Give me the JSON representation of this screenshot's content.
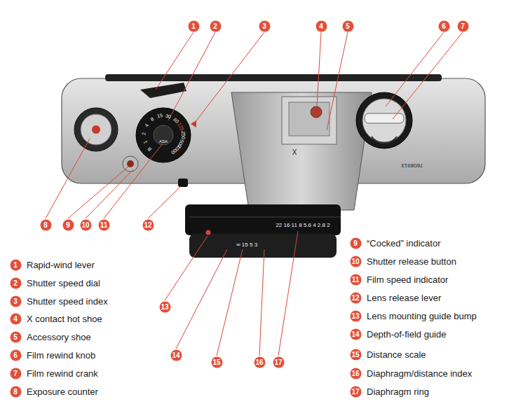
{
  "diagram": {
    "nodes": [
      {
        "text": [
          "1"
        ]
      },
      {
        "text": [
          "2"
        ]
      },
      {
        "text": [
          "3"
        ]
      },
      {
        "text": [
          "4"
        ]
      },
      {
        "text": [
          "5"
        ]
      },
      {
        "text": [
          "6"
        ]
      },
      {
        "text": [
          "7"
        ]
      },
      {
        "text": [
          "8"
        ]
      },
      {
        "text": [
          "9"
        ]
      },
      {
        "text": [
          "10"
        ]
      },
      {
        "text": [
          "11"
        ]
      },
      {
        "text": [
          "12"
        ]
      },
      {
        "text": [
          "13"
        ]
      },
      {
        "text": [
          "14"
        ]
      },
      {
        "text": [
          "15"
        ]
      },
      {
        "text": [
          "16"
        ]
      },
      {
        "text": [
          "17"
        ]
      },
      {
        "text": [
          "1"
        ]
      },
      {
        "text": [
          "2"
        ]
      },
      {
        "text": [
          "3"
        ]
      },
      {
        "text": [
          "4"
        ]
      },
      {
        "text": [
          "5"
        ]
      },
      {
        "text": [
          "6"
        ]
      },
      {
        "text": [
          "7"
        ]
      },
      {
        "text": [
          "8"
        ]
      },
      {
        "text": [
          "9"
        ]
      },
      {
        "text": [
          "10"
        ]
      },
      {
        "text": [
          "11"
        ]
      },
      {
        "text": [
          "12"
        ]
      },
      {
        "text": [
          "13"
        ]
      },
      {
        "text": [
          "14"
        ]
      },
      {
        "text": [
          "15"
        ]
      },
      {
        "text": [
          "16"
        ]
      },
      {
        "text": [
          "17"
        ]
      }
    ],
    "labels": [
      "Rapid-wind lever",
      "Shutter speed dial",
      "Shutter speed index",
      "X contact hot shoe",
      "Accessory shoe",
      "Film rewind knob",
      "Film rewind crank",
      "Exposure counter",
      "“Cocked” indicator",
      "Shutter release button",
      "Film speed indicator",
      "Lens release lever",
      "Lens mounting guide bump",
      "Depth-of-field guide",
      "Distance scale",
      "Diaphragm/distance index",
      "Diaphragm ring",
      "X",
      "7608913",
      "22 16 11 8 5.6 4 2.8 2",
      "∞ 15 5 3",
      "1000",
      "500",
      "250",
      "125",
      "60",
      "30",
      "15",
      "8",
      "4",
      "2",
      "1",
      "B",
      "ASA"
    ]
  }
}
